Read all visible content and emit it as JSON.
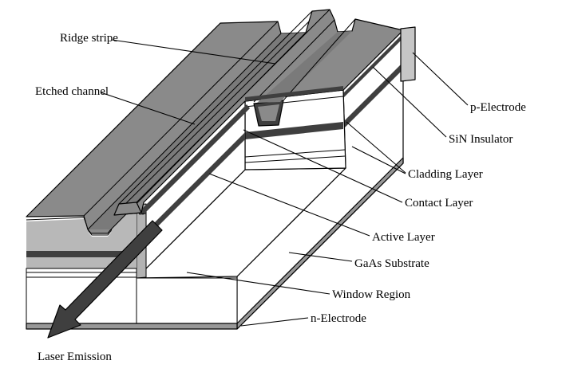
{
  "diagram": {
    "kind": "3d-cutaway-diagram",
    "subject": "ridge-stripe semiconductor laser with window region",
    "labels": {
      "ridge_stripe": "Ridge stripe",
      "etched_channel": "Etched channel",
      "p_electrode": "p-Electrode",
      "sin_insulator": "SiN Insulator",
      "cladding_layer": "Cladding Layer",
      "contact_layer": "Contact Layer",
      "active_layer": "Active Layer",
      "gaas_substrate": "GaAs Substrate",
      "window_region": "Window Region",
      "n_electrode": "n-Electrode",
      "laser_emission": "Laser Emission"
    },
    "colors": {
      "background": "#ffffff",
      "metal_top": "#8a8a8a",
      "dark_layer": "#3f3f3f",
      "facet_cladding": "#b8b8b8",
      "p_electrode_tab": "#c6c6c6",
      "n_electrode_strip": "#989898",
      "outline": "#000000"
    }
  }
}
